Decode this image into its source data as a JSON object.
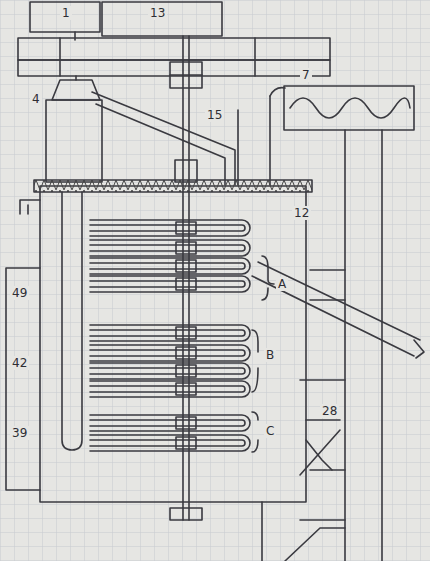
{
  "diagram": {
    "labels": [
      "1",
      "13",
      "4",
      "15",
      "7",
      "12",
      "A",
      "49",
      "B",
      "42",
      "39",
      "C",
      "28"
    ]
  }
}
